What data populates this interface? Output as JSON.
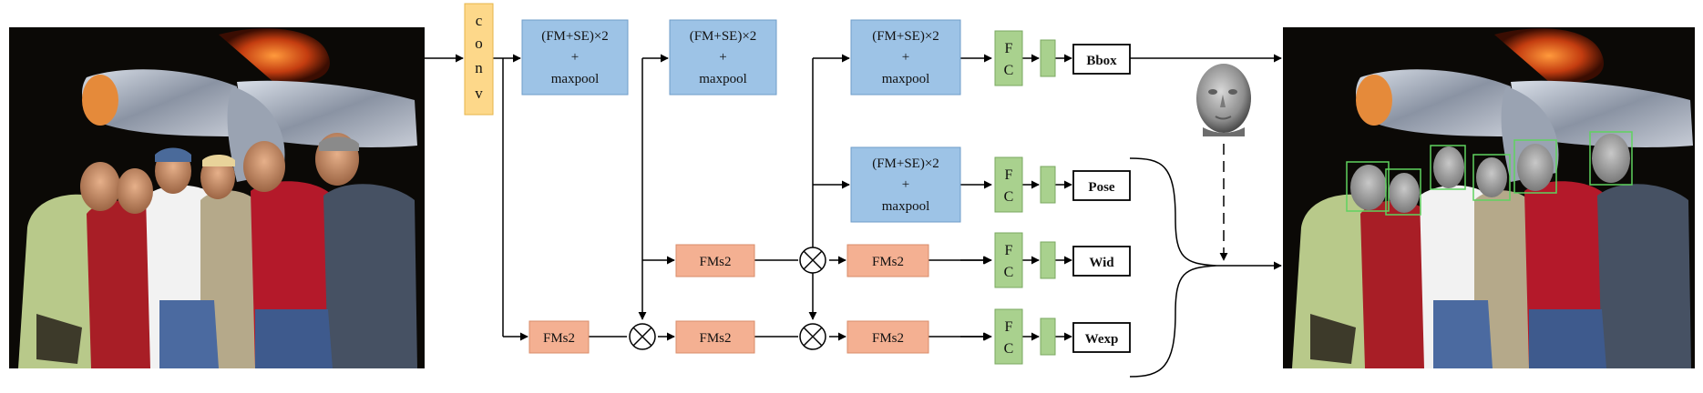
{
  "colors": {
    "conv_fill": "#fdd88a",
    "conv_stroke": "#e6b54a",
    "blue_fill": "#9dc3e6",
    "blue_stroke": "#6f9dc8",
    "orange_fill": "#f4b092",
    "orange_stroke": "#d98c6a",
    "green_fill": "#a9d18e",
    "green_stroke": "#7aa860",
    "line": "#000000",
    "bbox": "#5fd35f",
    "photo_bg": "#0b0906"
  },
  "icons": {
    "input_photo": "group-photo",
    "output_photo": "group-photo-with-face-boxes",
    "face_model": "3d-face-mesh",
    "multiply": "circled-times"
  },
  "conv": {
    "chars": [
      "c",
      "o",
      "n",
      "v"
    ]
  },
  "block": {
    "line1": "(FM+SE)×2",
    "line2": "+",
    "line3": "maxpool"
  },
  "fms": "FMs2",
  "fc": {
    "c1": "F",
    "c2": "C"
  },
  "outputs": {
    "bbox": "Bbox",
    "pose": "Pose",
    "wid": "Wid",
    "wexp": "Wexp"
  }
}
